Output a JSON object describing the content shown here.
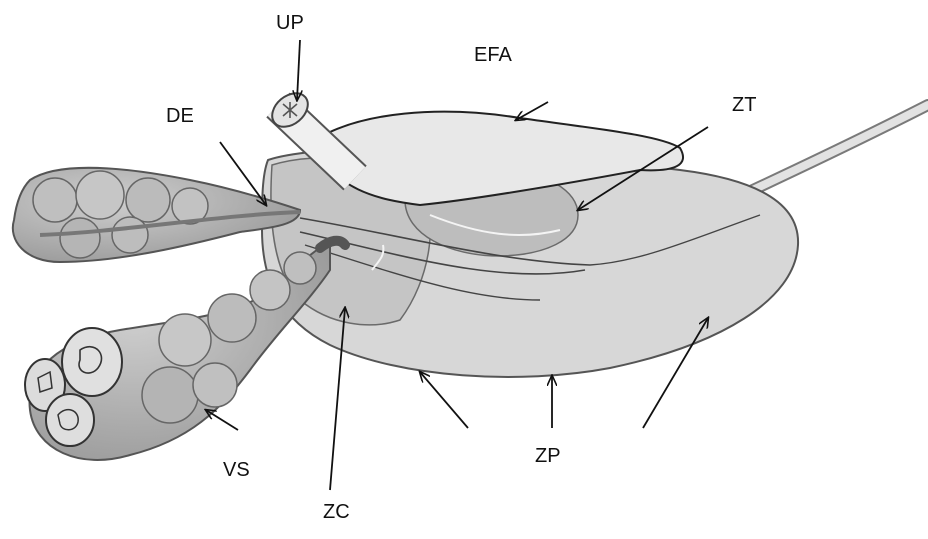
{
  "labels": {
    "up": "UP",
    "efa": "EFA",
    "zt": "ZT",
    "de": "DE",
    "vs": "VS",
    "zc": "ZC",
    "zp": "ZP"
  },
  "colors": {
    "outline": "#555555",
    "prostate_fill": "#d6d6d6",
    "central_zone_fill": "#c4c4c4",
    "transition_zone_fill": "#bdbdbd",
    "fibromuscular_fill": "#e6e6e6",
    "vesicle_fill": "#b8b8b8",
    "arrow": "#111111"
  }
}
